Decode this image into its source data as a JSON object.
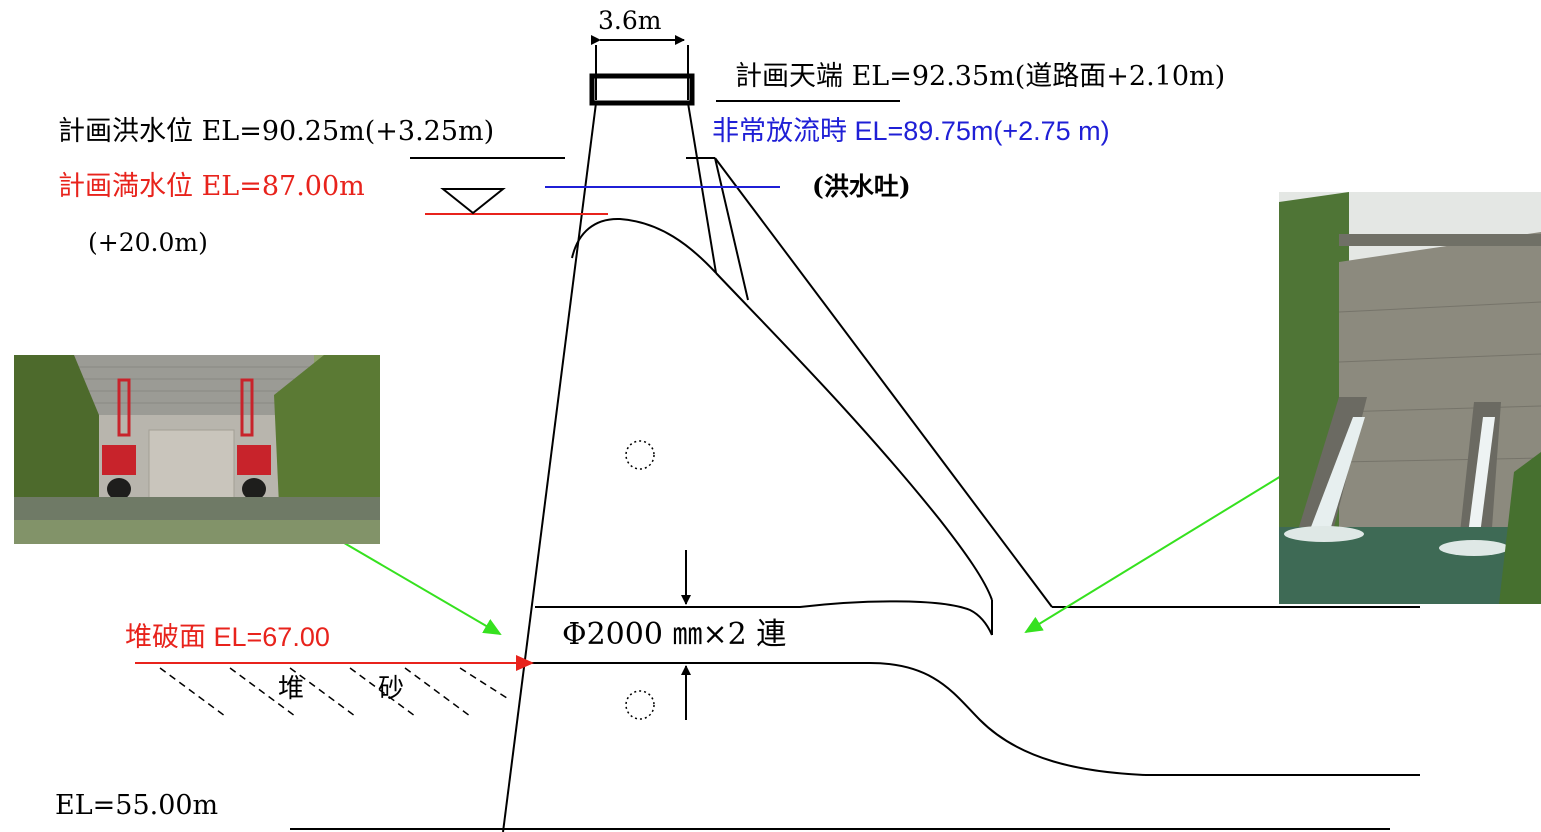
{
  "labels": {
    "crest_width": "3.6m",
    "crest_elevation": "計画天端 EL=92.35m(道路面+2.10m)",
    "flood_level": "計画洪水位 EL=90.25m(+3.25m)",
    "emergency_level": "非常放流時 EL=89.75m(+2.75 m)",
    "spillway": "(洪水吐)",
    "full_level": "計画満水位 EL=87.00m",
    "full_level_sub": "(+20.0m)",
    "breach_surface": "堆破面 EL=67.00",
    "pipe_spec": "Φ2000 ㎜×2 連",
    "sediment_1": "堆",
    "sediment_2": "砂",
    "base_elevation": "EL=55.00m"
  },
  "photos": {
    "intake": "intake-gates-photo",
    "outlet": "dam-spillway-outlet-photo"
  },
  "colors": {
    "red": "#e8231c",
    "blue": "#1f1fd6",
    "green": "#36e11f",
    "black": "#000000"
  }
}
